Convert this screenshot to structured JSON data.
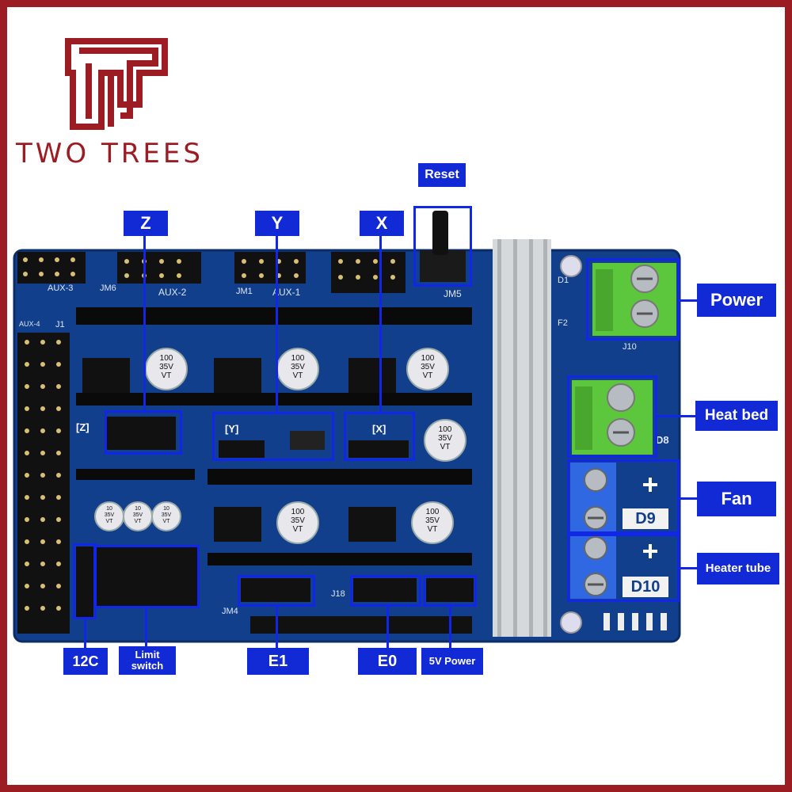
{
  "brand": {
    "name": "TWO TREES",
    "color": "#9c1c24",
    "logo_icon": "tt-monogram-logo"
  },
  "colors": {
    "callout_blue": "#1229d6",
    "pcb_blue": "#123f8c",
    "terminal_green": "#5cc63c",
    "terminal_blue": "#2f68e0",
    "heatsink_silver": "#d6d9dc"
  },
  "callouts": {
    "z": "Z",
    "y": "Y",
    "x": "X",
    "reset": "Reset",
    "power": "Power",
    "heat_bed": "Heat bed",
    "fan": "Fan",
    "heater_tube": "Heater tube",
    "i2c": "12C",
    "limit_switch": "Limit switch",
    "e1": "E1",
    "e0": "E0",
    "five_v_power": "5V Power"
  },
  "board": {
    "silkscreen": {
      "jm6": "JM6",
      "aux3": "AUX-3",
      "aux2": "AUX-2",
      "aux1": "AUX-1",
      "jm1": "JM1",
      "jm5": "JM5",
      "aux4": "AUX-4",
      "j1": "J1",
      "d1": "D1",
      "f2": "F2",
      "j10": "J10",
      "d8": "D8",
      "d9": "D9",
      "d10": "D10",
      "jm4": "JM4",
      "j18": "J18",
      "z_tag": "[Z]",
      "y_tag": "[Y]",
      "x_tag": "[X]"
    },
    "capacitors": [
      {
        "lines": [
          "100",
          "35V",
          "VT"
        ]
      },
      {
        "lines": [
          "100",
          "35V",
          "VT"
        ]
      },
      {
        "lines": [
          "100",
          "35V",
          "VT"
        ]
      },
      {
        "lines": [
          "100",
          "35V",
          "VT"
        ]
      },
      {
        "lines": [
          "100",
          "35V",
          "VT"
        ]
      },
      {
        "lines": [
          "100",
          "35V",
          "VT"
        ]
      }
    ],
    "small_caps": [
      {
        "lines": [
          "10",
          "35V",
          "VT"
        ]
      },
      {
        "lines": [
          "10",
          "35V",
          "VT"
        ]
      },
      {
        "lines": [
          "10",
          "35V",
          "VT"
        ]
      }
    ]
  }
}
